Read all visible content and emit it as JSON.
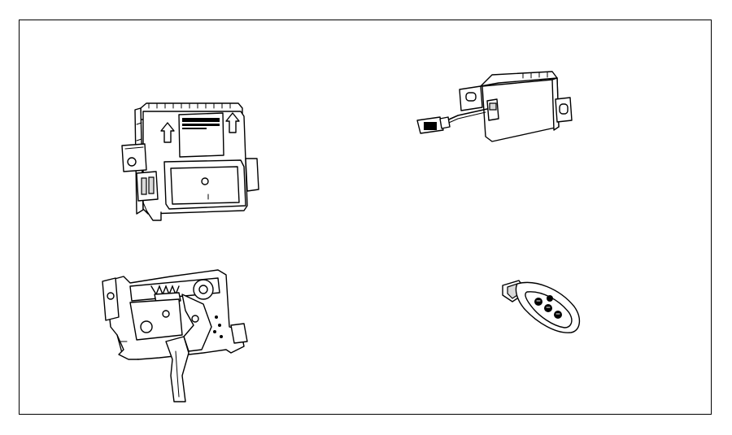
{
  "diagram": {
    "frame_color": "#000000",
    "background_color": "#ffffff",
    "parts": [
      {
        "id": "part-1",
        "icon": "control-module-icon"
      },
      {
        "id": "part-2",
        "icon": "antenna-receiver-icon"
      },
      {
        "id": "part-3",
        "icon": "hood-latch-icon"
      },
      {
        "id": "part-4",
        "icon": "key-fob-icon"
      }
    ]
  }
}
